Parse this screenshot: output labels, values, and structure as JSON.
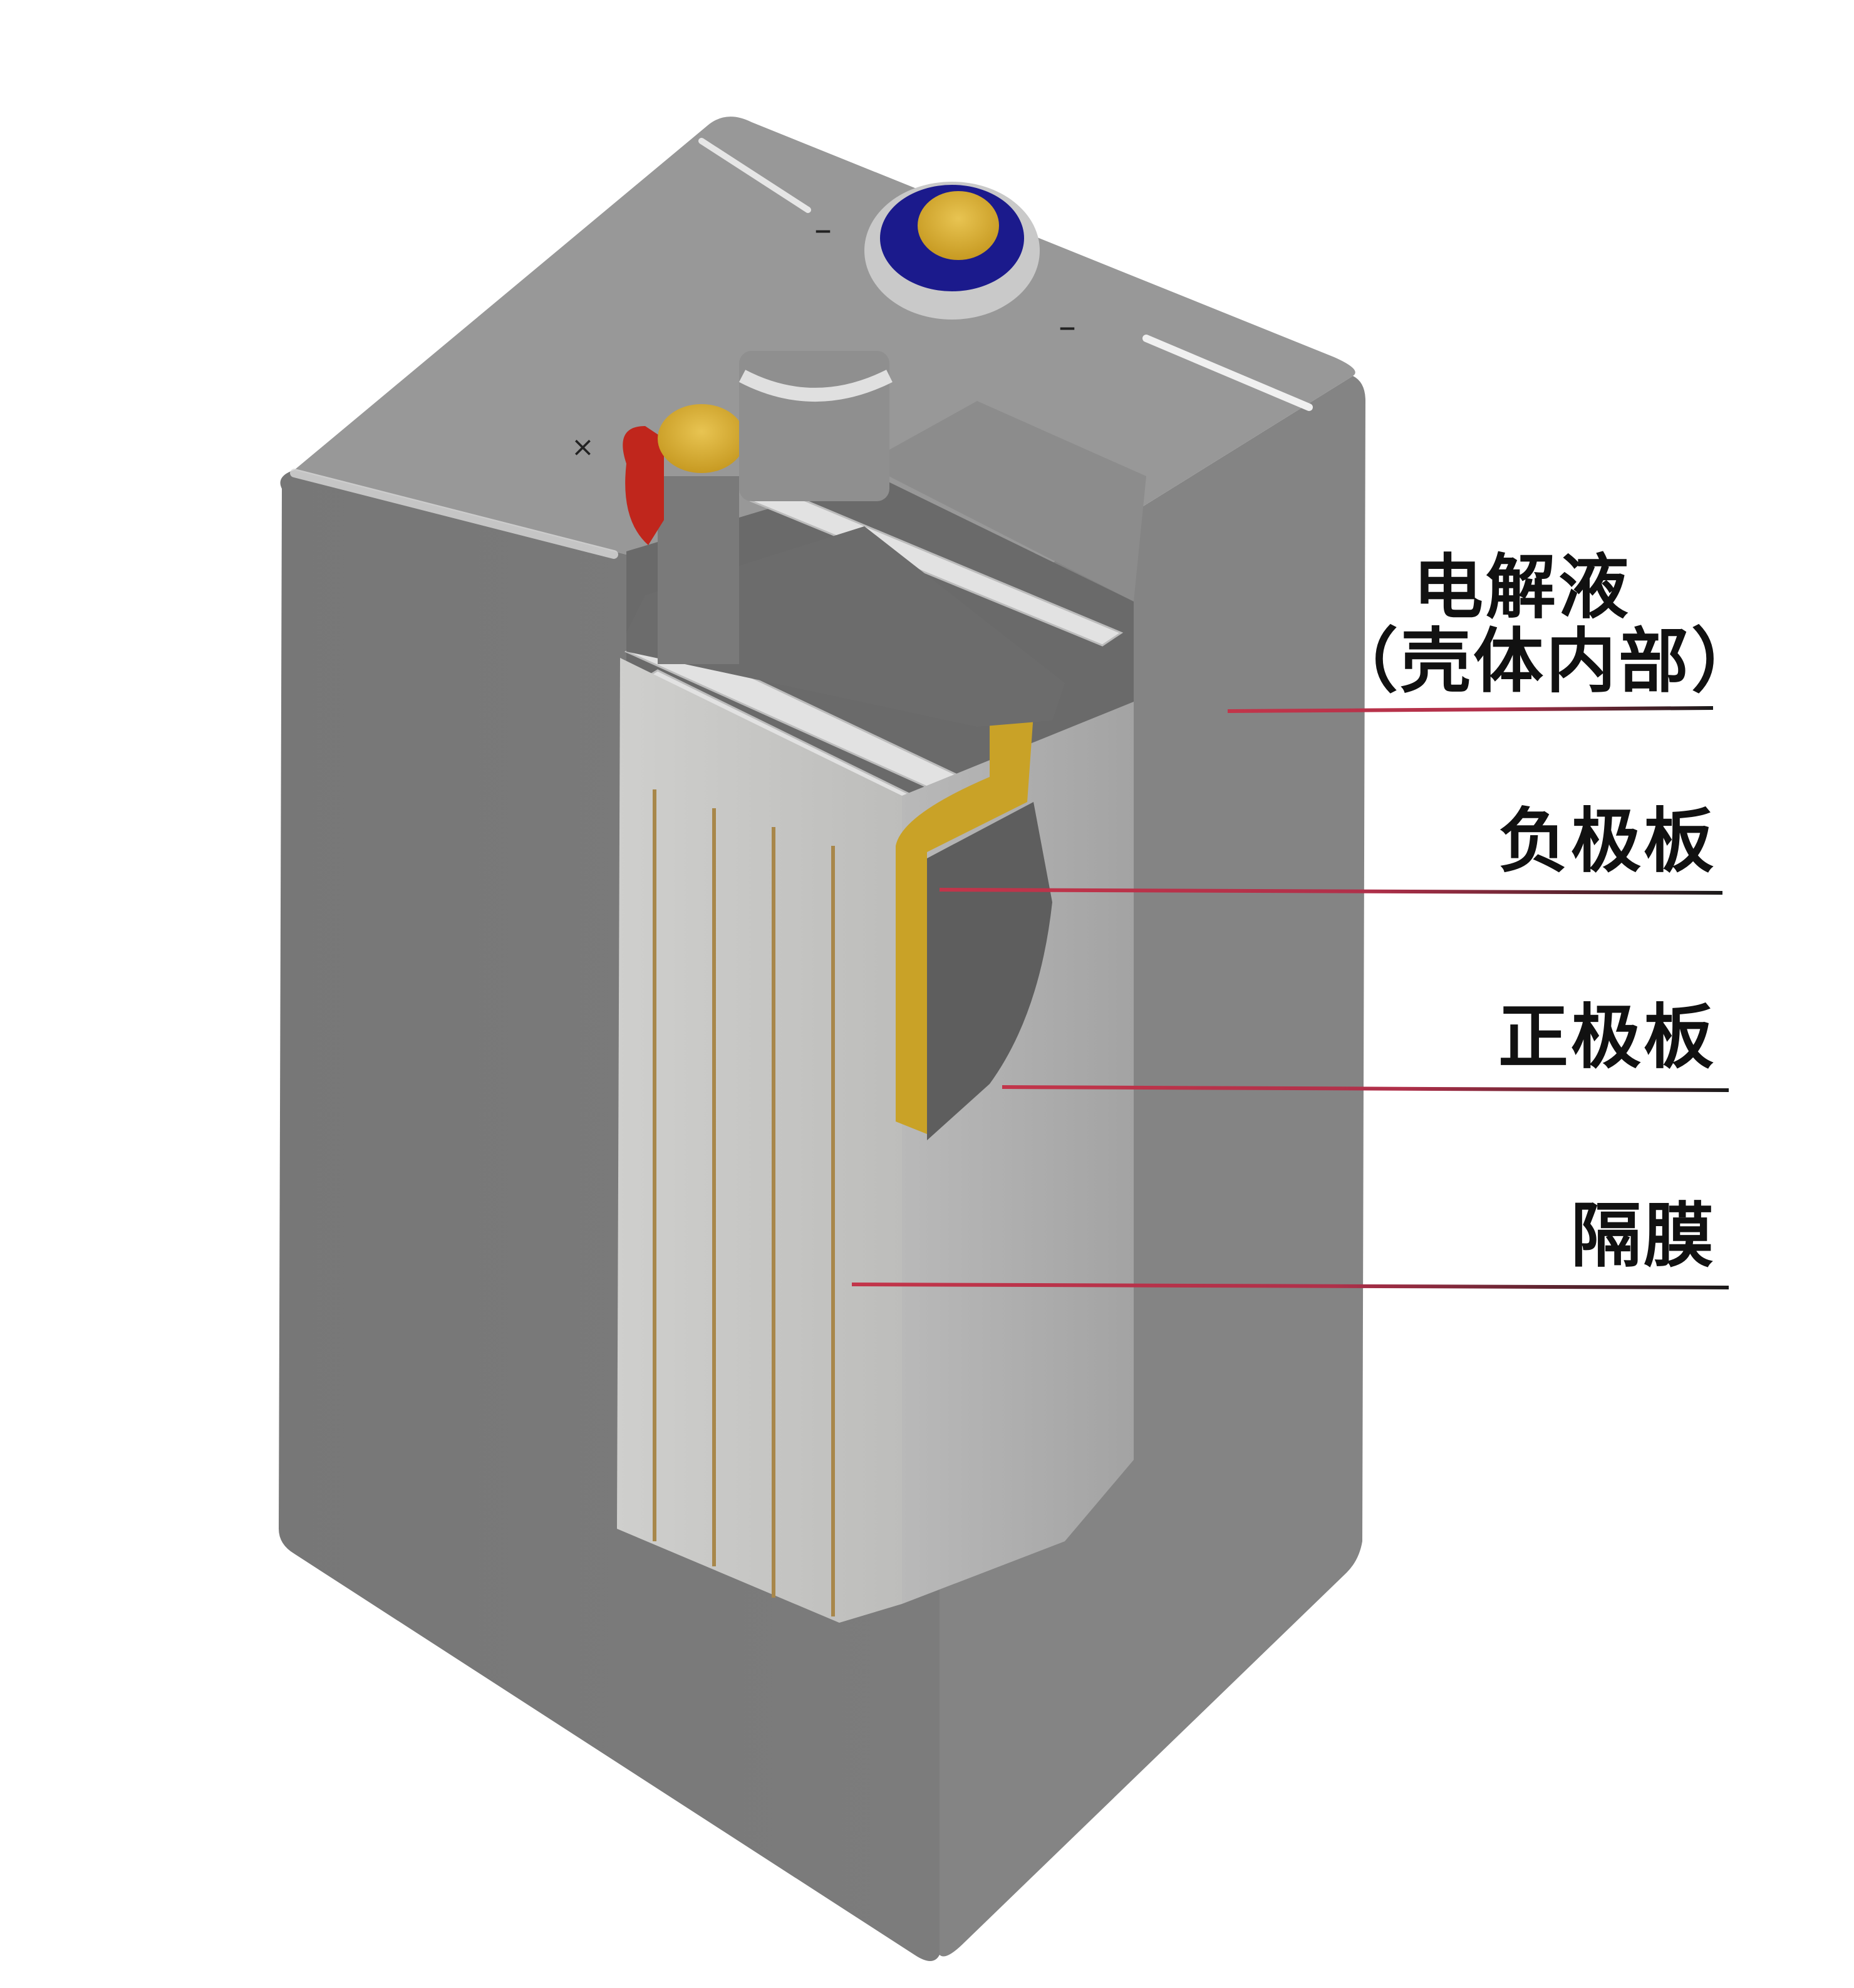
{
  "diagram": {
    "subject": "Lead-acid battery cell cutaway",
    "terminal_marks": {
      "positive_mark": "×",
      "negative_mark_1": "–",
      "negative_mark_2": "–"
    },
    "labels": [
      {
        "id": "electrolyte",
        "text": "电解液",
        "subtext": "（壳体内部）"
      },
      {
        "id": "negative-plate",
        "text": "负极板"
      },
      {
        "id": "positive-plate",
        "text": "正极板"
      },
      {
        "id": "separator",
        "text": "隔膜"
      }
    ],
    "colors": {
      "casing_front": "#7a7a7a",
      "casing_side": "#828282",
      "casing_top": "#9a9a9a",
      "separator": "#d8d8d6",
      "plate_gold": "#c9a227",
      "terminal_gold": "#dcb33a",
      "negative_ring": "#1b1a8c",
      "positive_ring": "#c0261c",
      "leader_line_start": "#c2354a",
      "leader_line_end": "#1a1a1a"
    }
  }
}
